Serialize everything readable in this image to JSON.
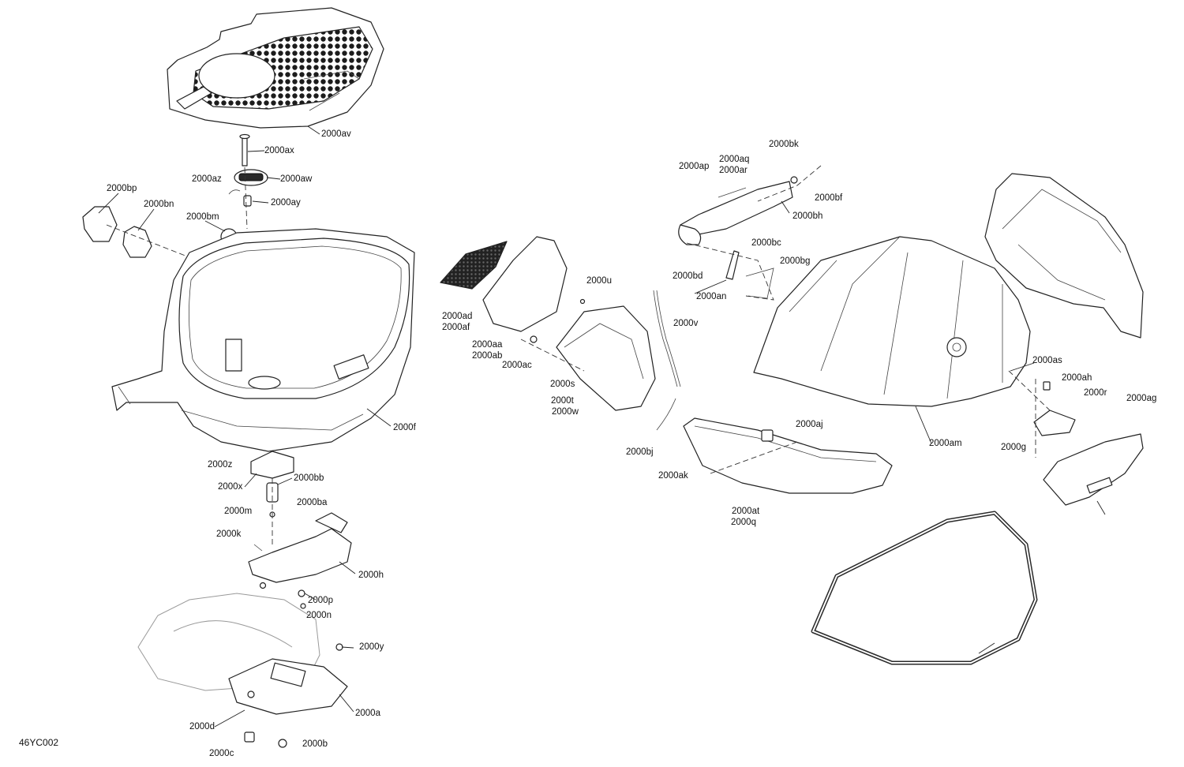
{
  "diagram": {
    "reference_code": "46YC002",
    "callouts": [
      "2000av",
      "2000ax",
      "2000aw",
      "2000az",
      "2000ay",
      "2000bp",
      "2000bn",
      "2000bm",
      "2000f",
      "2000z",
      "2000bb",
      "2000x",
      "2000ba",
      "2000m",
      "2000k",
      "2000h",
      "2000p",
      "2000n",
      "2000y",
      "2000a",
      "2000d",
      "2000b",
      "2000c",
      "2000ad",
      "2000af",
      "2000aa",
      "2000ab",
      "2000ac",
      "2000u",
      "2000s",
      "2000t",
      "2000w",
      "2000v",
      "2000bj",
      "2000ap",
      "2000aq",
      "2000ar",
      "2000bk",
      "2000bf",
      "2000bh",
      "2000bc",
      "2000bg",
      "2000bd",
      "2000an",
      "2000am",
      "2000aj",
      "2000ak",
      "2000at",
      "2000q",
      "2000as",
      "2000ah",
      "2000r",
      "2000ag",
      "2000g"
    ]
  }
}
